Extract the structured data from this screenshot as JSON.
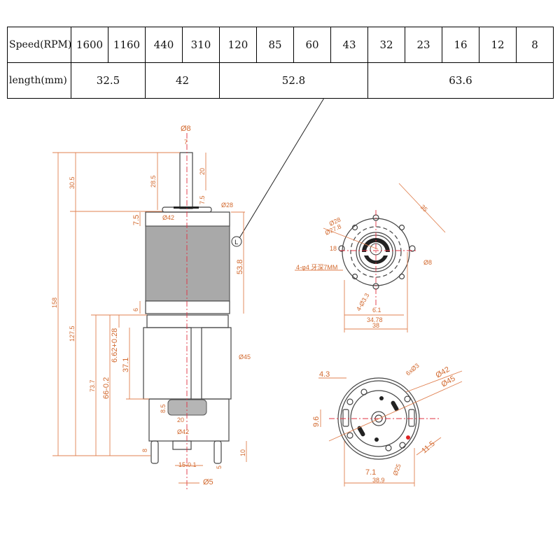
{
  "table": {
    "speed_label": "Speed(RPM)",
    "speeds": [
      "1600",
      "1160",
      "440",
      "310",
      "120",
      "85",
      "60",
      "43",
      "32",
      "23",
      "16",
      "12",
      "8"
    ],
    "length_label": "length(mm)",
    "lengths": [
      "32.5",
      "42",
      "52.8",
      "63.6"
    ]
  },
  "side_view": {
    "labels": [
      "Ø8",
      "7",
      "30.5",
      "28.5",
      "20",
      "7.5",
      "Ø28",
      "7.5",
      "Ø42",
      "L",
      "53.8",
      "158",
      "6",
      "127.5",
      "6.62+0.28",
      "37.1",
      "Ø45",
      "73.7",
      "66-0.2",
      "8.5",
      "20",
      "Ø42",
      "8",
      "10",
      "15-0.1",
      "5",
      "Ø5"
    ]
  },
  "front_view": {
    "labels": [
      "35",
      "Ø28",
      "Ø27.8",
      "18",
      "Ø8",
      "4-φ4 牙深7MM",
      "4-Ø3.3",
      "6.1",
      "34.78",
      "38"
    ]
  },
  "rear_view": {
    "labels": [
      "4.3",
      "6xØ3",
      "Ø42",
      "Ø45",
      "9.6",
      "11.5",
      "Ø25",
      "7.1",
      "38.9"
    ]
  }
}
